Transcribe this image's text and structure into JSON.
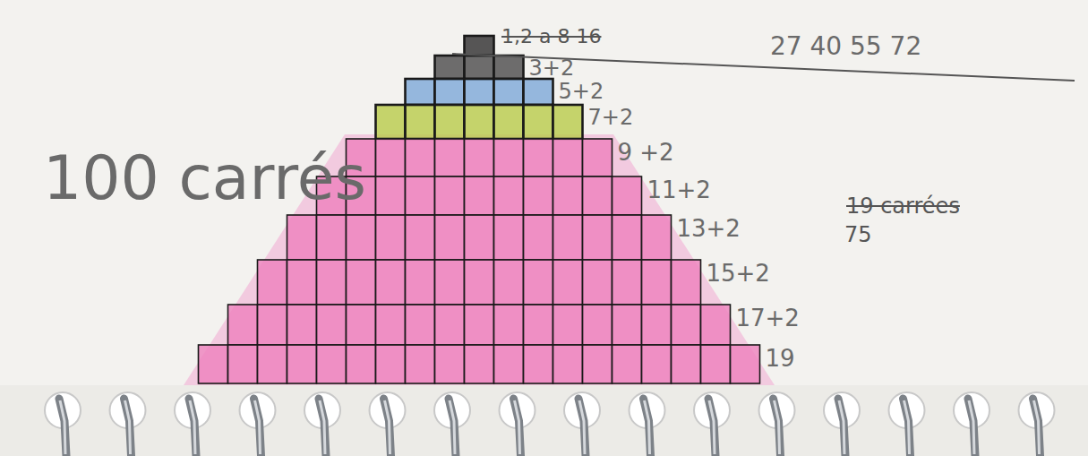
{
  "diagram": {
    "labels": [
      "1,2 a 8 16",
      "27 40 55 72",
      "3+2",
      "5+2",
      "7+2",
      "9 +2",
      "11+2",
      "13+2",
      "15+2",
      "17+2",
      "19",
      "100 carrés",
      "19 carrées",
      "75"
    ]
  }
}
